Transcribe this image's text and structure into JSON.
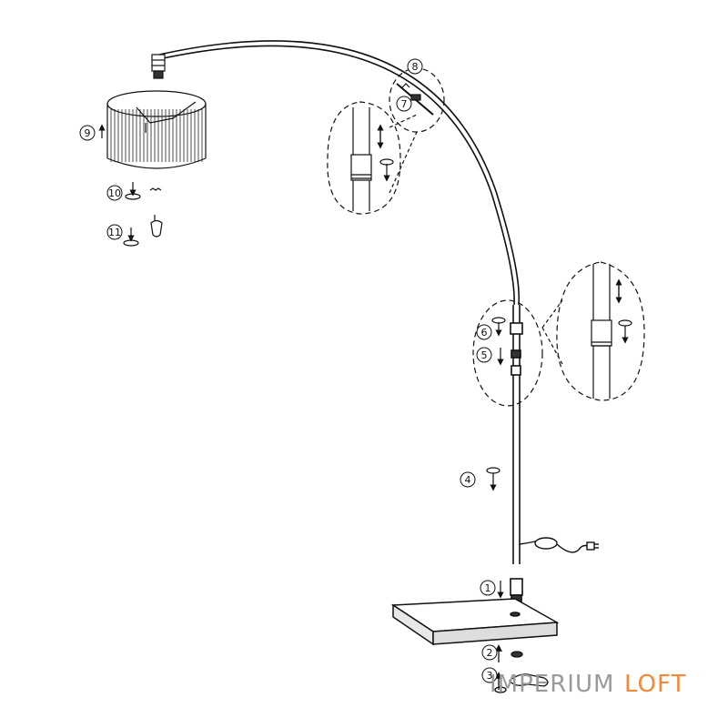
{
  "diagram": {
    "steps": [
      {
        "id": "step-1",
        "label": "1"
      },
      {
        "id": "step-2",
        "label": "2"
      },
      {
        "id": "step-3",
        "label": "3"
      },
      {
        "id": "step-4",
        "label": "4"
      },
      {
        "id": "step-5",
        "label": "5"
      },
      {
        "id": "step-6",
        "label": "6"
      },
      {
        "id": "step-7",
        "label": "7"
      },
      {
        "id": "step-8",
        "label": "8"
      },
      {
        "id": "step-9",
        "label": "9"
      },
      {
        "id": "step-10",
        "label": "10"
      },
      {
        "id": "step-11",
        "label": "11"
      }
    ]
  },
  "watermark": {
    "brand_a": "IMPERIUM",
    "brand_b": "LOFT",
    "color_a": "#9a9a9a",
    "color_b": "#f08a3a"
  }
}
